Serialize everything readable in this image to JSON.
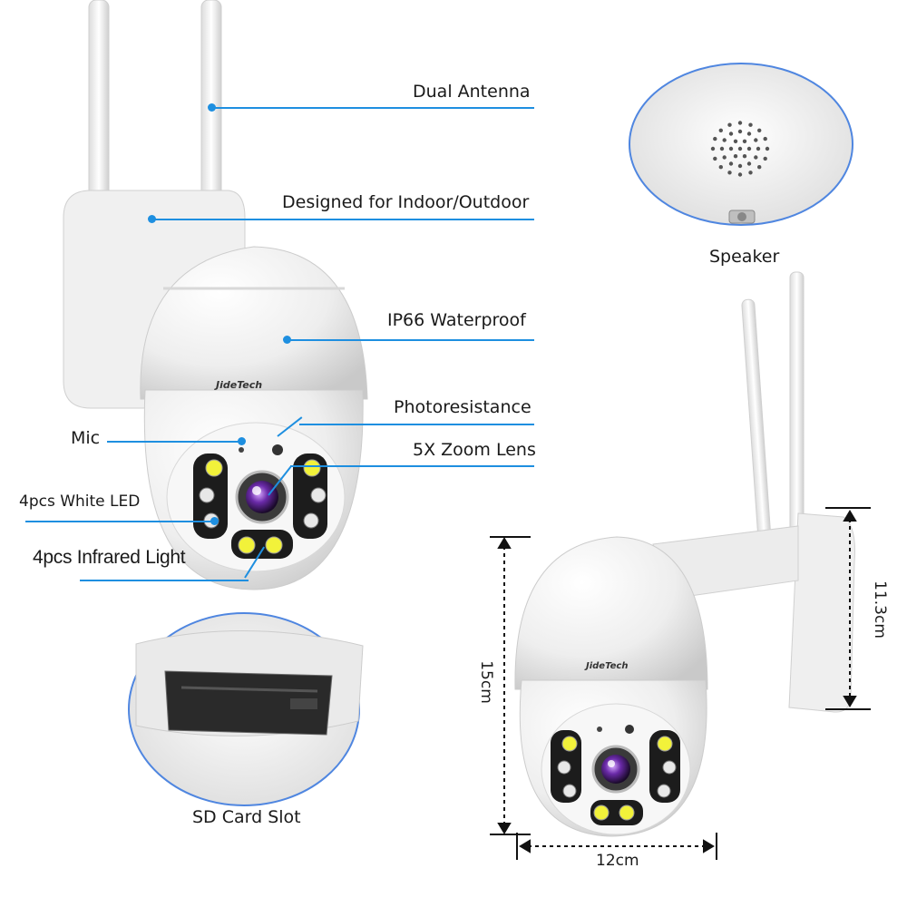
{
  "callouts": {
    "dual_antenna": "Dual Antenna",
    "indoor_outdoor": "Designed for Indoor/Outdoor",
    "waterproof": "IP66 Waterproof",
    "photoresistance": "Photoresistance",
    "zoom_lens": "5X Zoom Lens",
    "mic": "Mic",
    "white_led": "4pcs White LED",
    "infrared": "4pcs Infrared Light"
  },
  "insets": {
    "speaker": "Speaker",
    "sd_card": "SD Card Slot"
  },
  "brand": "JideTech",
  "dimensions": {
    "height": "15cm",
    "width": "12cm",
    "depth": "11.3cm"
  },
  "colors": {
    "callout_blue": "#1e8fe0",
    "housing_white": "#f4f4f4",
    "led_yellow": "#f2f23a"
  }
}
